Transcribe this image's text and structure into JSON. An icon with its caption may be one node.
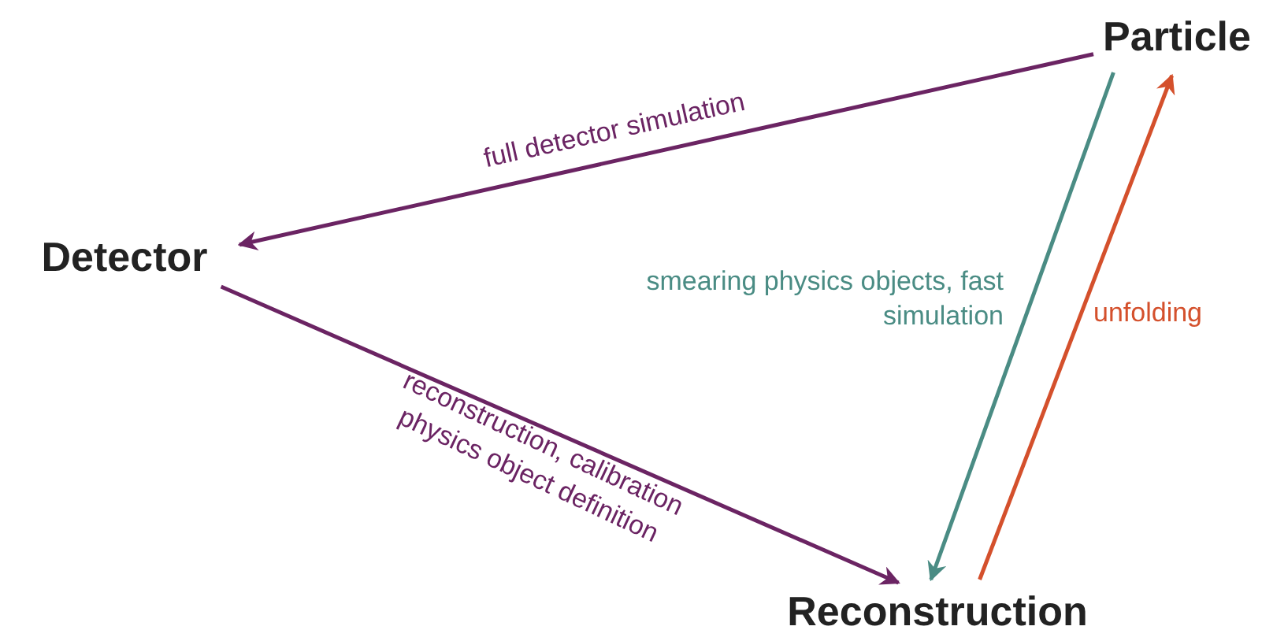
{
  "diagram": {
    "nodes": [
      {
        "text": [
          "Particle"
        ]
      },
      {
        "text": [
          "Detector"
        ]
      },
      {
        "text": [
          "Reconstruction"
        ]
      }
    ],
    "edges": [
      {
        "from": 0,
        "to": 1,
        "arrow": "to",
        "label": "full detector simulation"
      },
      {
        "from": 1,
        "to": 2,
        "arrow": "to",
        "label": "reconstruction, calibration physics object definition"
      },
      {
        "from": 0,
        "to": 2,
        "arrow": "to",
        "label": "smearing physics objects, fast simulation",
        "color": "#4a8c84"
      },
      {
        "from": 2,
        "to": 0,
        "arrow": "to",
        "label": "unfolding",
        "color": "#d4502c"
      }
    ]
  }
}
